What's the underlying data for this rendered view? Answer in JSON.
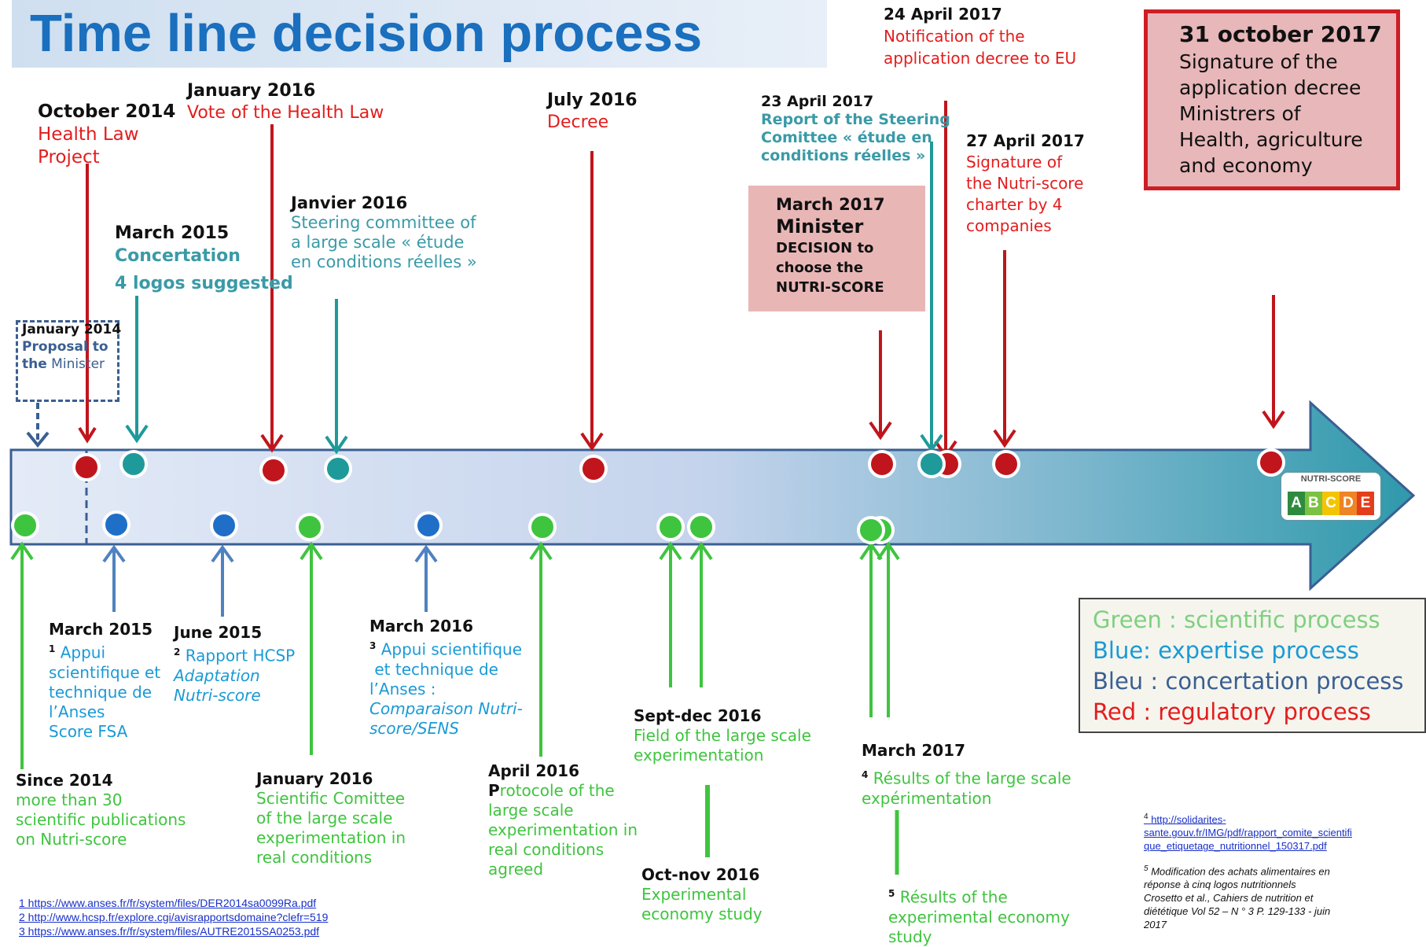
{
  "title": "Time line decision process",
  "events_top": {
    "oct2014": {
      "date": "October 2014",
      "l1": "Health Law",
      "l2": "Project"
    },
    "jan2016_vote": {
      "date": "January 2016",
      "l1": "Vote of the Health Law"
    },
    "jul2016": {
      "date": "July 2016",
      "l1": "Decree"
    },
    "mar2015": {
      "date": "March 2015",
      "l1": "Concertation",
      "l2": "4 logos suggested"
    },
    "janvier2016": {
      "date": "Janvier 2016",
      "l1": "Steering committee of",
      "l2": "a large scale « étude",
      "l3": "en conditions réelles »"
    },
    "jan2014": {
      "date": "January 2014",
      "l1a": "Proposal to",
      "l2a": "the",
      "l2b": "Minister"
    },
    "apr23": {
      "date": "23 April 2017",
      "l1": "Report of the Steering",
      "l2": "Comittee « étude en",
      "l3": "conditions réelles »"
    },
    "apr24": {
      "date": "24 April 2017",
      "l1": "Notification of the",
      "l2": "application decree to EU"
    },
    "apr27": {
      "date": "27 April 2017",
      "l1": "Signature of",
      "l2": "the Nutri-score",
      "l3": "charter by 4",
      "l4": "companies"
    },
    "mar2017_min": {
      "date": "March 2017",
      "l1": "Minister",
      "l2": "DECISION to",
      "l3": "choose the",
      "l4": "NUTRI-SCORE"
    },
    "oct2017": {
      "date": "31 october 2017",
      "l1": "Signature of the",
      "l2": "application decree",
      "l3": "Ministrers of",
      "l4": "Health, agriculture",
      "l5": "and economy"
    }
  },
  "events_bottom": {
    "mar2015": {
      "date": "March 2015",
      "sup": "1",
      "l1": "Appui",
      "l2": "scientifique et",
      "l3": "technique de",
      "l4": "l’Anses",
      "l5": "Score FSA"
    },
    "jun2015": {
      "date": "June 2015",
      "sup": "2",
      "l1": "Rapport HCSP",
      "l2": "Adaptation",
      "l3": "Nutri-score"
    },
    "mar2016": {
      "date": "March 2016",
      "sup": "3",
      "l1": "Appui scientifique",
      "l2": " et technique de",
      "l3": "l’Anses :",
      "l4": "Comparaison Nutri-",
      "l5": "score/SENS"
    },
    "since2014": {
      "date": "Since 2014",
      "l1": "more than 30",
      "l2": "scientific  publications",
      "l3": "on Nutri-score"
    },
    "jan2016": {
      "date": "January 2016",
      "l1": "Scientific Comittee",
      "l2": "of the large scale",
      "l3": "experimentation in",
      "l4": "real conditions"
    },
    "apr2016": {
      "date": "April 2016",
      "p": "P",
      "l1": "rotocole of the",
      "l2": "large scale",
      "l3": "experimentation in",
      "l4": "real conditions",
      "l5": "agreed"
    },
    "sept2016": {
      "date": "Sept-dec 2016",
      "l1": "Field of the large scale",
      "l2": "experimentation"
    },
    "oct2016": {
      "date": "Oct-nov 2016",
      "l1": "Experimental",
      "l2": "economy study"
    },
    "mar2017": {
      "date": "March 2017",
      "sup": "4",
      "l1": "Résults of the large scale",
      "l2": "expérimentation"
    },
    "res5": {
      "sup": "5",
      "l1": "Résults of the",
      "l2": "experimental economy",
      "l3": "study"
    }
  },
  "legend": {
    "green": "Green : scientific process",
    "blue": "Blue: expertise process",
    "bleu": "Bleu : concertation process",
    "red": "Red : regulatory process"
  },
  "links": [
    "1 https://www.anses.fr/fr/system/files/DER2014sa0099Ra.pdf",
    "2 http://www.hcsp.fr/explore.cgi/avisrapportsdomaine?clefr=519",
    "3 https://www.anses.fr/fr/system/files/AUTRE2015SA0253.pdf"
  ],
  "footnote4": {
    "sup": "4",
    "l1": "http://solidarites-",
    "l2": "sante.gouv.fr/IMG/pdf/rapport_comite_scientifi",
    "l3": "que_etiquetage_nutritionnel_150317.pdf"
  },
  "footnote5": {
    "sup": "5",
    "l1": "Modification des achats alimentaires en",
    "l2": "réponse à cinq logos nutritionnels",
    "l3": "Crosetto et al., Cahiers de nutrition et",
    "l4": "diététique Vol 52 – N ° 3  P. 129-133 - juin",
    "l5": "2017"
  },
  "nutriscore": {
    "label": "NUTRI-SCORE",
    "letters": [
      "A",
      "B",
      "C",
      "D",
      "E"
    ],
    "colors": [
      "#2e8b3e",
      "#7cc242",
      "#f5c400",
      "#ee8423",
      "#e53d1c"
    ]
  },
  "colors": {
    "red": "#c0151c",
    "teal": "#1f9a9a",
    "blue": "#2a6fb8",
    "green": "#3fc43f",
    "arrow": "#3a9bb0"
  }
}
